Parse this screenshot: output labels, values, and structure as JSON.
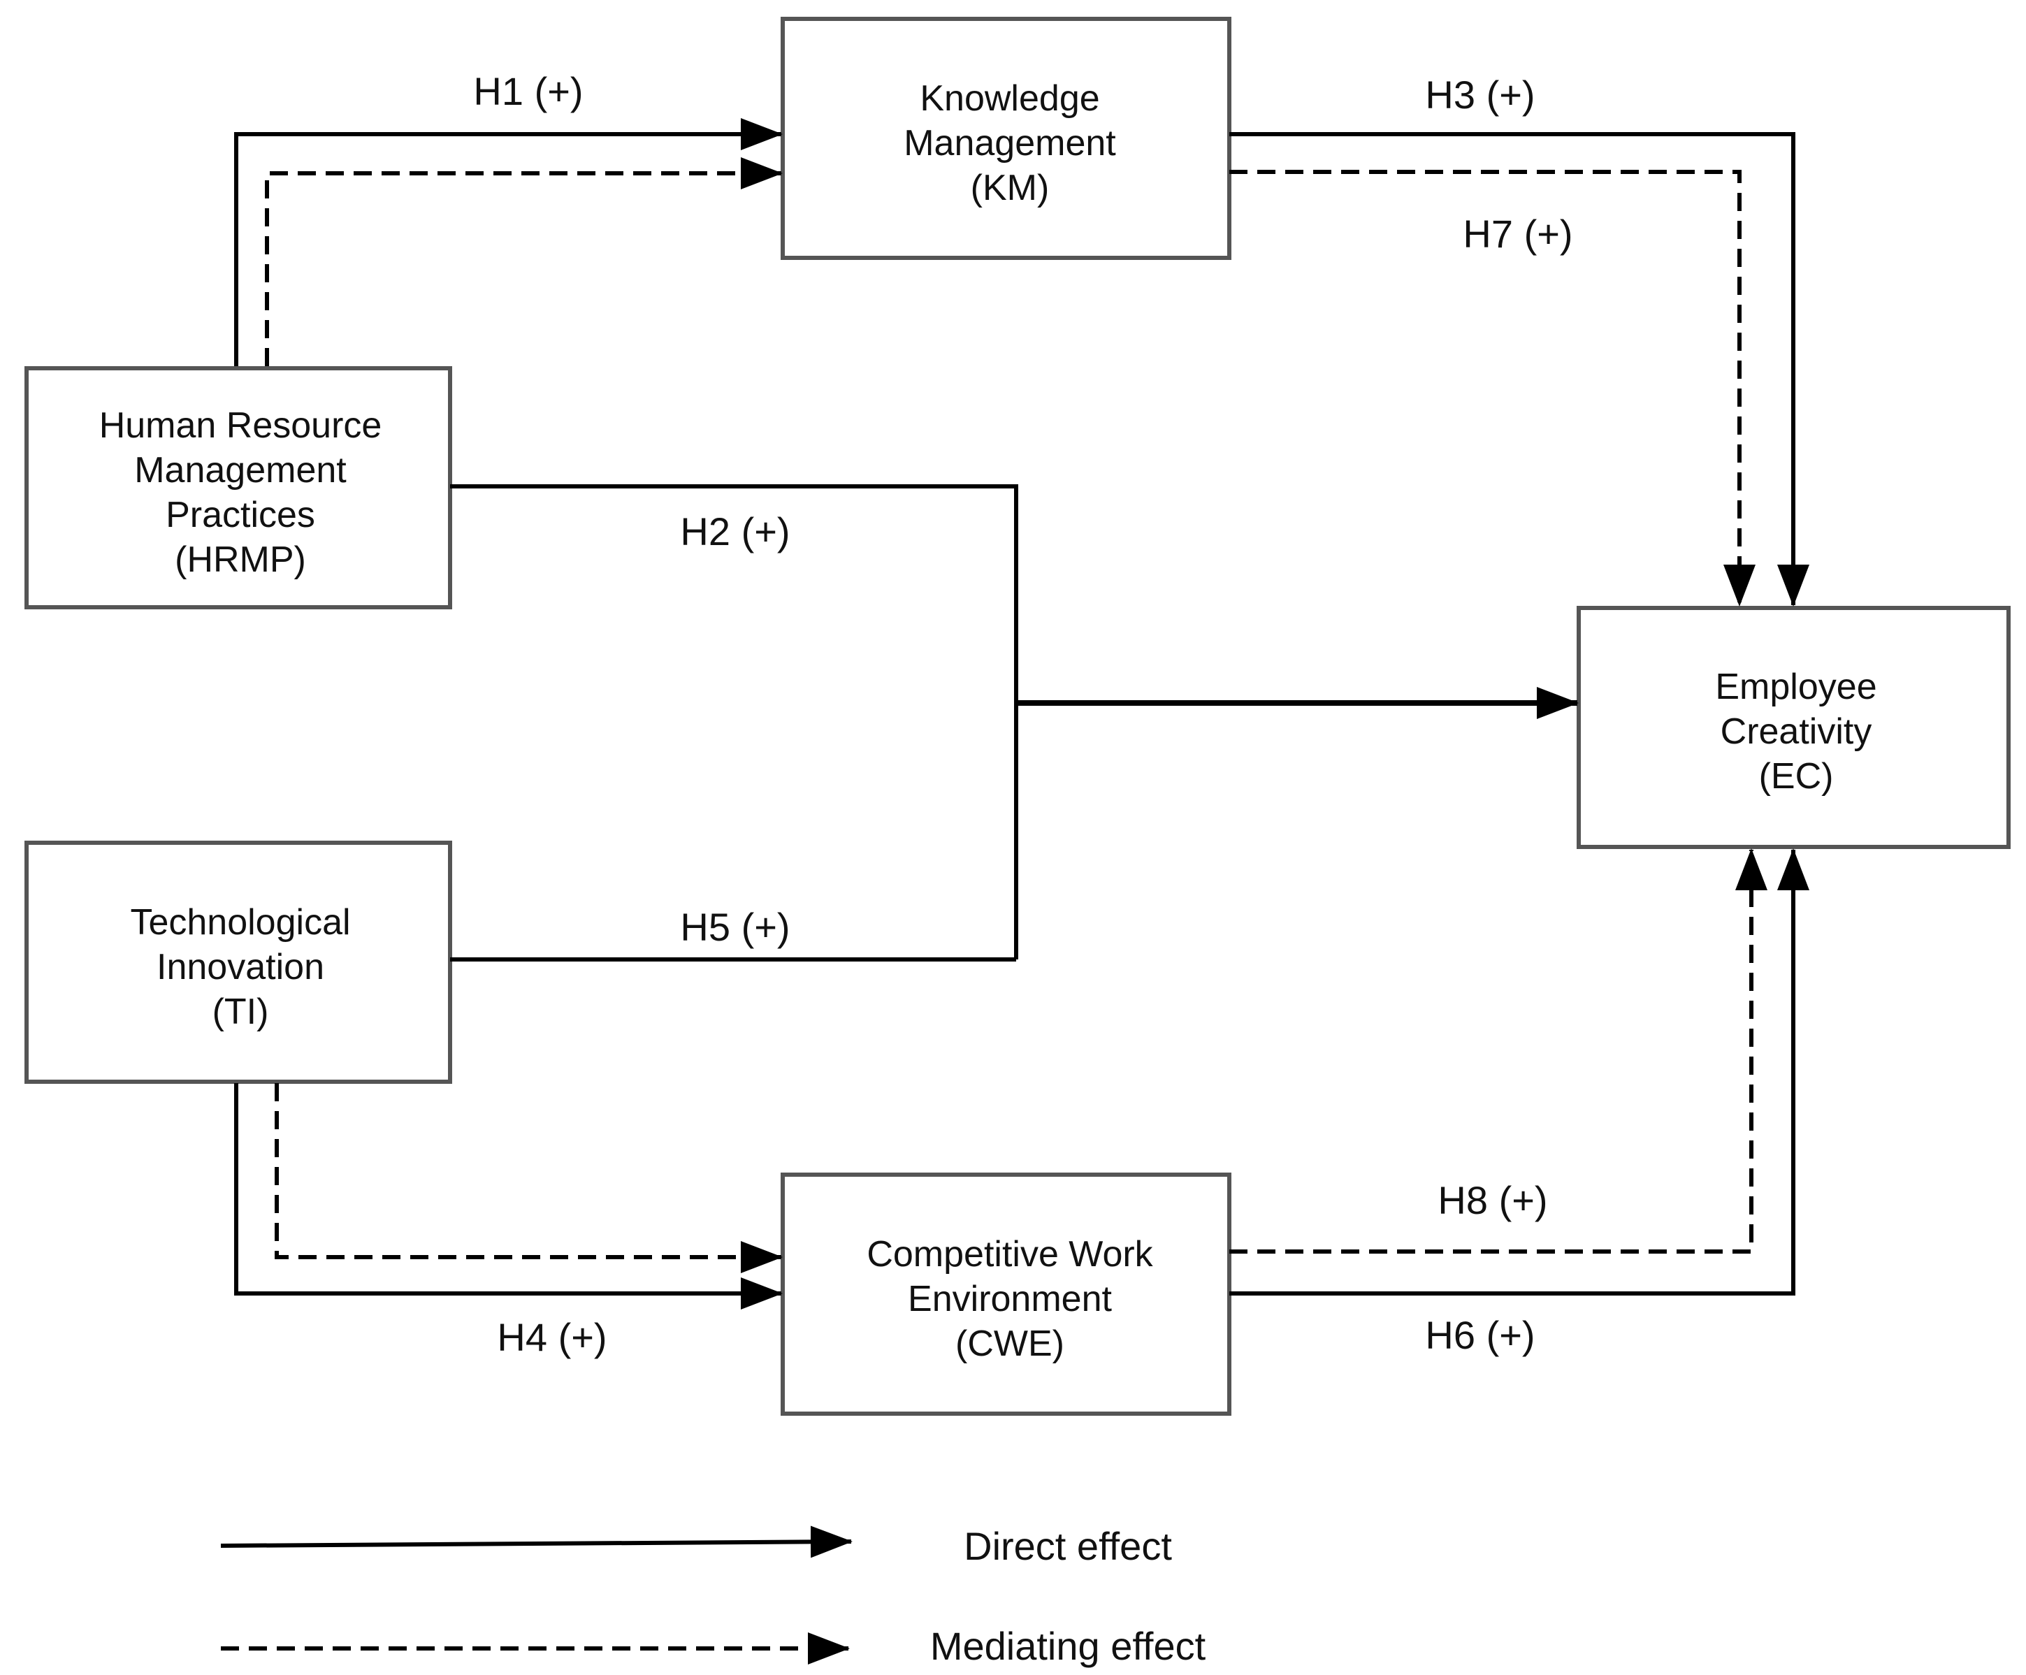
{
  "nodes": {
    "km": {
      "lines": [
        "Knowledge",
        "Management",
        "(KM)"
      ]
    },
    "hrmp": {
      "lines": [
        "Human Resource",
        "Management",
        "Practices",
        "(HRMP)"
      ]
    },
    "ti": {
      "lines": [
        "Technological",
        "Innovation",
        "(TI)"
      ]
    },
    "cwe": {
      "lines": [
        "Competitive Work",
        "Environment",
        "(CWE)"
      ]
    },
    "ec": {
      "lines": [
        "Employee",
        "Creativity",
        "(EC)"
      ]
    }
  },
  "hypotheses": {
    "h1": "H1 (+)",
    "h2": "H2 (+)",
    "h3": "H3 (+)",
    "h4": "H4 (+)",
    "h5": "H5 (+)",
    "h6": "H6 (+)",
    "h7": "H7 (+)",
    "h8": "H8 (+)"
  },
  "legend": {
    "direct": "Direct effect",
    "mediating": "Mediating effect"
  }
}
